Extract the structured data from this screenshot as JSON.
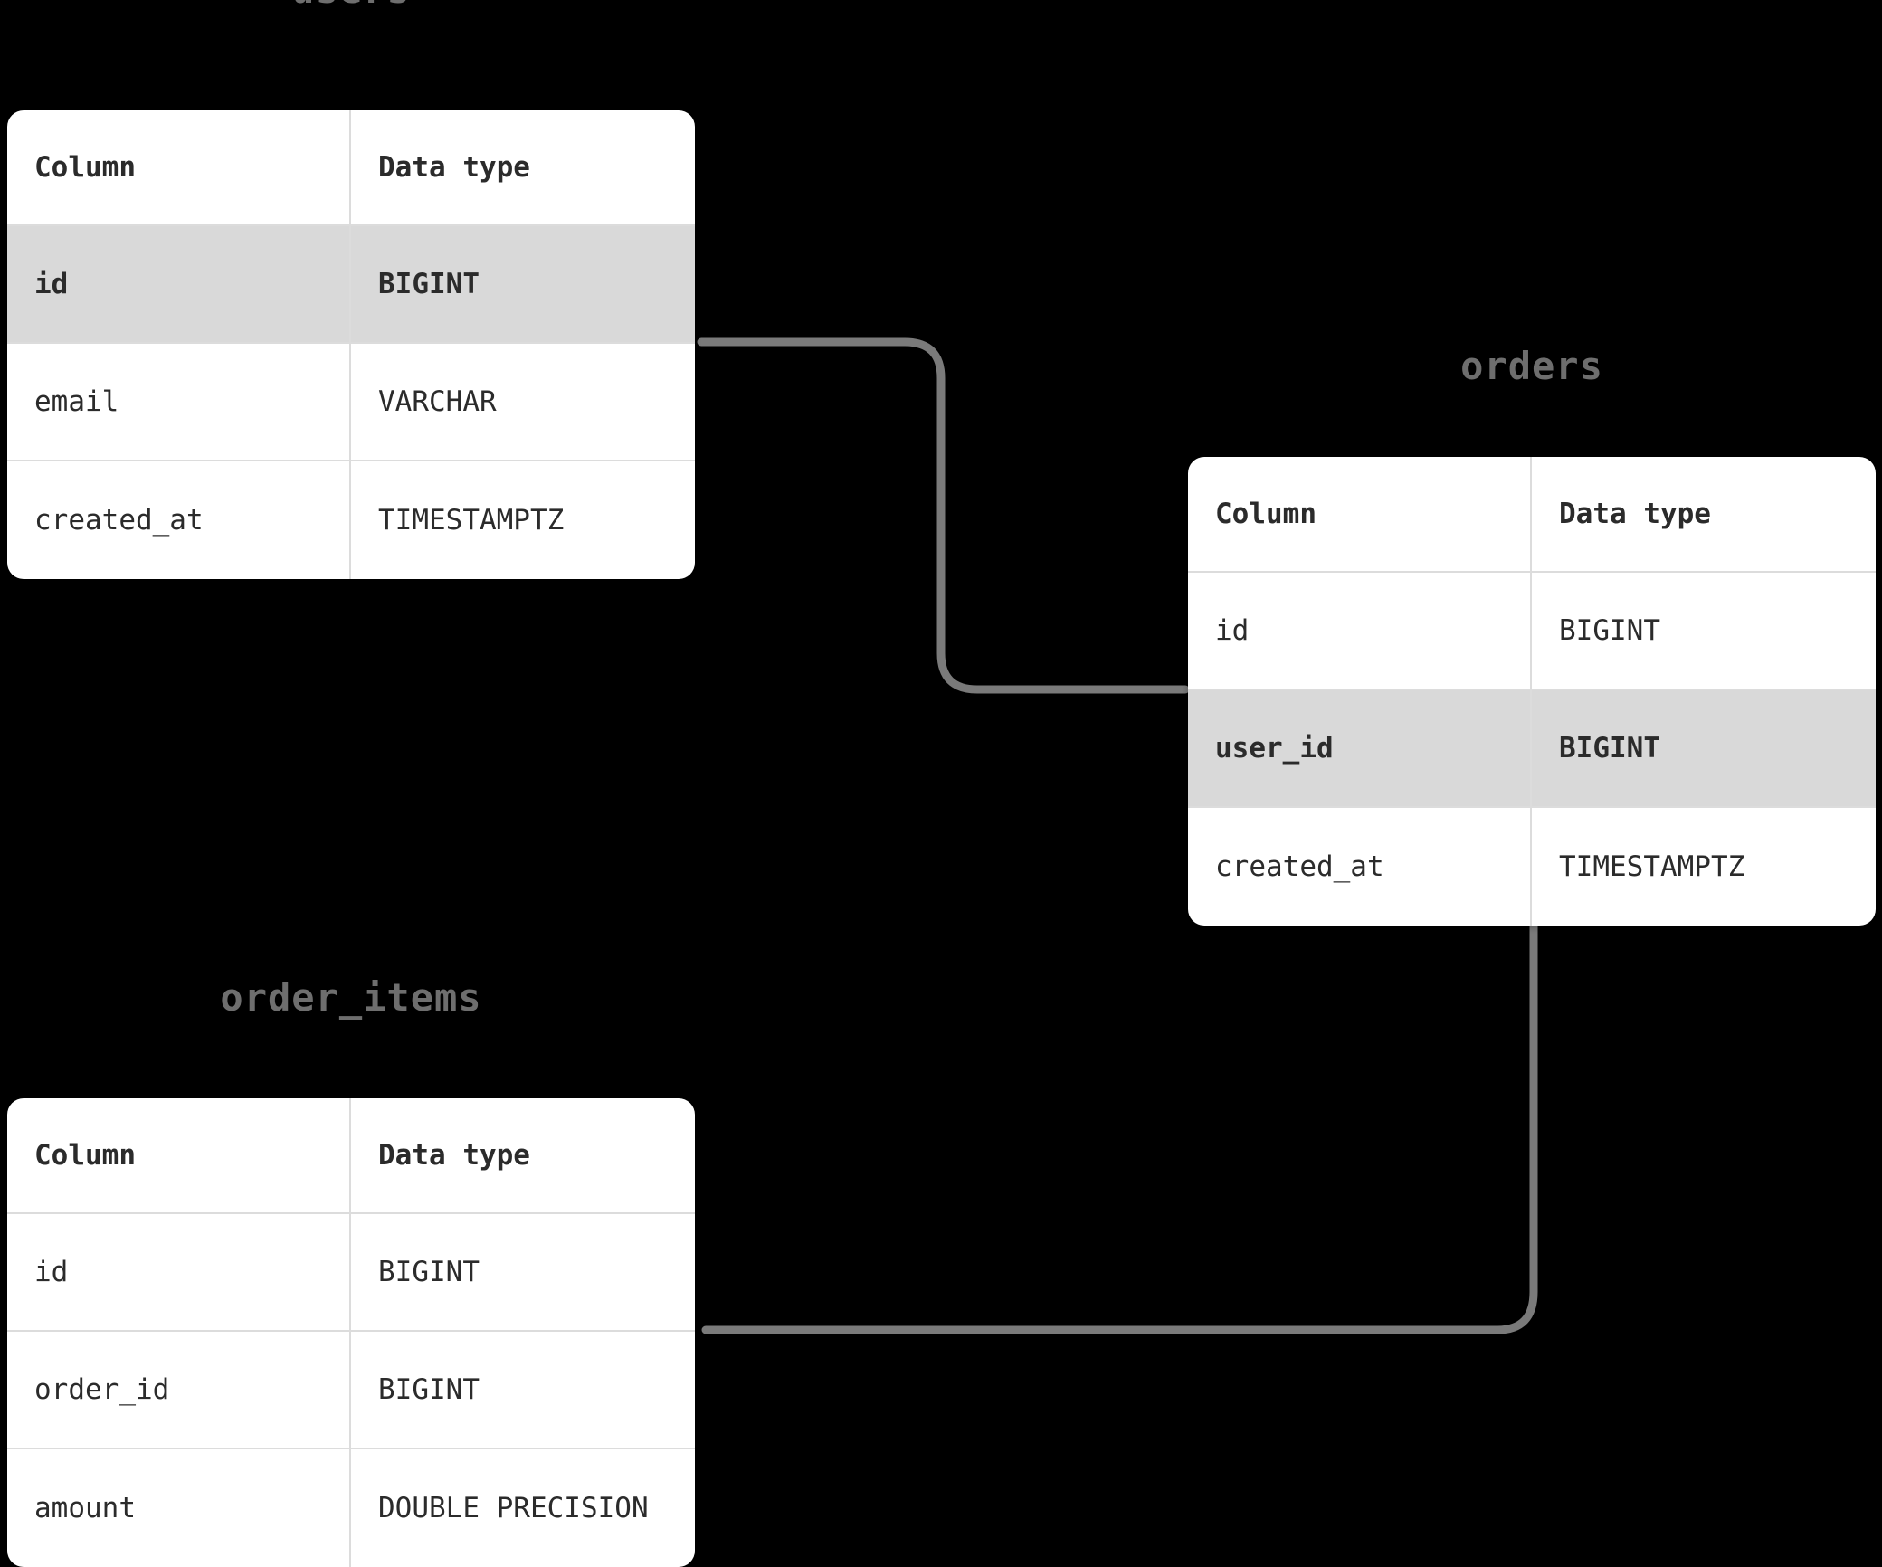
{
  "diagram": {
    "kind": "entity-relationship-diagram",
    "background": "#000000",
    "connector_color": "#7a7a7a",
    "highlight_color": "#d9d9d9",
    "title_color": "#6e6e6e",
    "card_color": "#ffffff",
    "grid_color": "#dcdcdc"
  },
  "headers": {
    "column": "Column",
    "data_type": "Data type"
  },
  "tables": [
    {
      "id": "users",
      "title": "users",
      "rows": [
        {
          "column": "id",
          "type": "BIGINT",
          "highlight": true
        },
        {
          "column": "email",
          "type": "VARCHAR",
          "highlight": false
        },
        {
          "column": "created_at",
          "type": "TIMESTAMPTZ",
          "highlight": false
        }
      ]
    },
    {
      "id": "orders",
      "title": "orders",
      "rows": [
        {
          "column": "id",
          "type": "BIGINT",
          "highlight": false
        },
        {
          "column": "user_id",
          "type": "BIGINT",
          "highlight": true
        },
        {
          "column": "created_at",
          "type": "TIMESTAMPTZ",
          "highlight": false
        }
      ]
    },
    {
      "id": "order_items",
      "title": "order_items",
      "rows": [
        {
          "column": "id",
          "type": "BIGINT",
          "highlight": false
        },
        {
          "column": "order_id",
          "type": "BIGINT",
          "highlight": false
        },
        {
          "column": "amount",
          "type": "DOUBLE PRECISION",
          "highlight": false
        }
      ]
    }
  ],
  "relationships": [
    {
      "from": "users.id",
      "to": "orders.user_id"
    },
    {
      "from": "orders",
      "to": "order_items.order_id"
    }
  ]
}
